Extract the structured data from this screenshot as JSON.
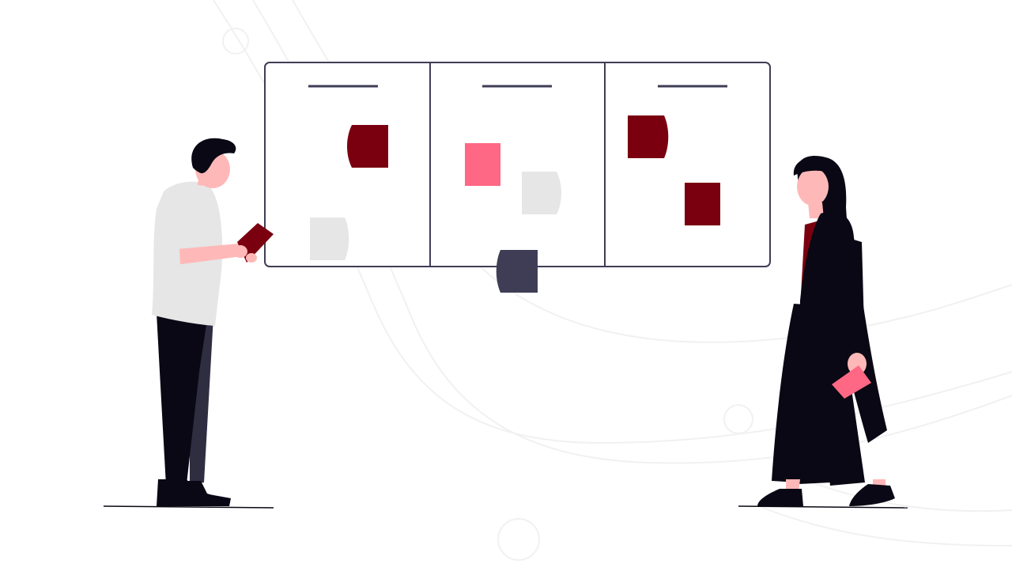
{
  "scene": {
    "description_free": true,
    "colors": {
      "background": "#ffffff",
      "board_stroke": "#3f3d56",
      "header_line": "#3f3d56",
      "note_dark_red": "#7a0010",
      "note_pink": "#ff6884",
      "note_light_gray": "#e6e6e6",
      "note_navy": "#3f3d56",
      "skin": "#ffb8b8",
      "hair": "#090814",
      "shirt": "#e6e6e6",
      "pants_dark": "#090814",
      "pants_navy": "#2f2e41",
      "coat": "#090814",
      "top_red": "#7a0010",
      "ground_line": "#090814",
      "deco_lines": "#f0f0f0"
    },
    "board": {
      "columns": 3,
      "notes_per_column": [
        2,
        3,
        2
      ]
    },
    "icons": {
      "man": "person-reading-icon",
      "woman": "person-standing-icon"
    }
  }
}
